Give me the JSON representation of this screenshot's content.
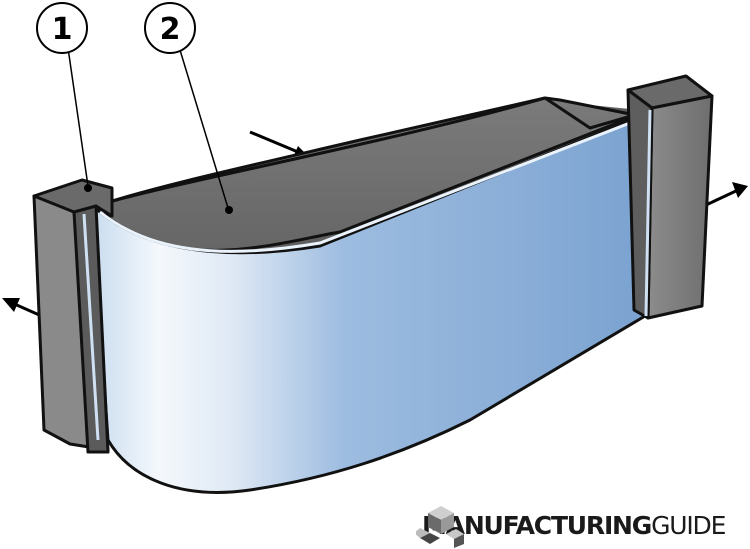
{
  "figure": {
    "callouts": [
      {
        "label": "1",
        "part": "clamp"
      },
      {
        "label": "2",
        "part": "die"
      }
    ]
  },
  "logo": {
    "brand_bold": "MANUFACTURING",
    "brand_light": "GUIDE"
  },
  "colors": {
    "clamp": "#7a7a7a",
    "die": "#6f6f6f",
    "sheet": "#7fa5cf",
    "outline": "#111111"
  }
}
